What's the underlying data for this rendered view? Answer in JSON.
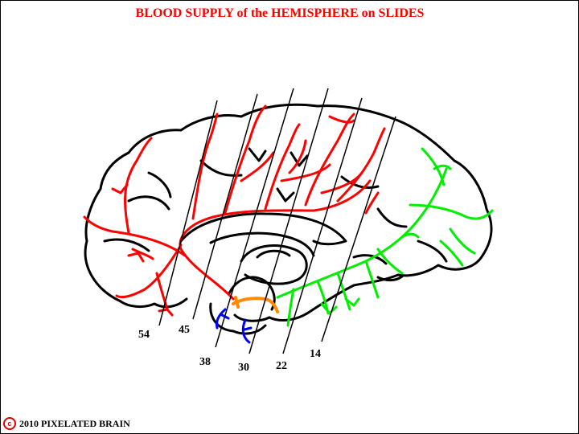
{
  "title": "BLOOD SUPPLY of the HEMISPHERE on SLIDES",
  "slice_labels": [
    "54",
    "45",
    "38",
    "30",
    "22",
    "14"
  ],
  "footer": {
    "copyright_symbol": "c",
    "text": "2010  PIXELATED BRAIN"
  },
  "colors": {
    "anterior_cerebral_artery": "#ff0000",
    "posterior_cerebral_artery": "#00ee00",
    "anterior_choroidal": "#ff8c00",
    "other_vessels": "#0000ff",
    "outline": "#000000"
  }
}
